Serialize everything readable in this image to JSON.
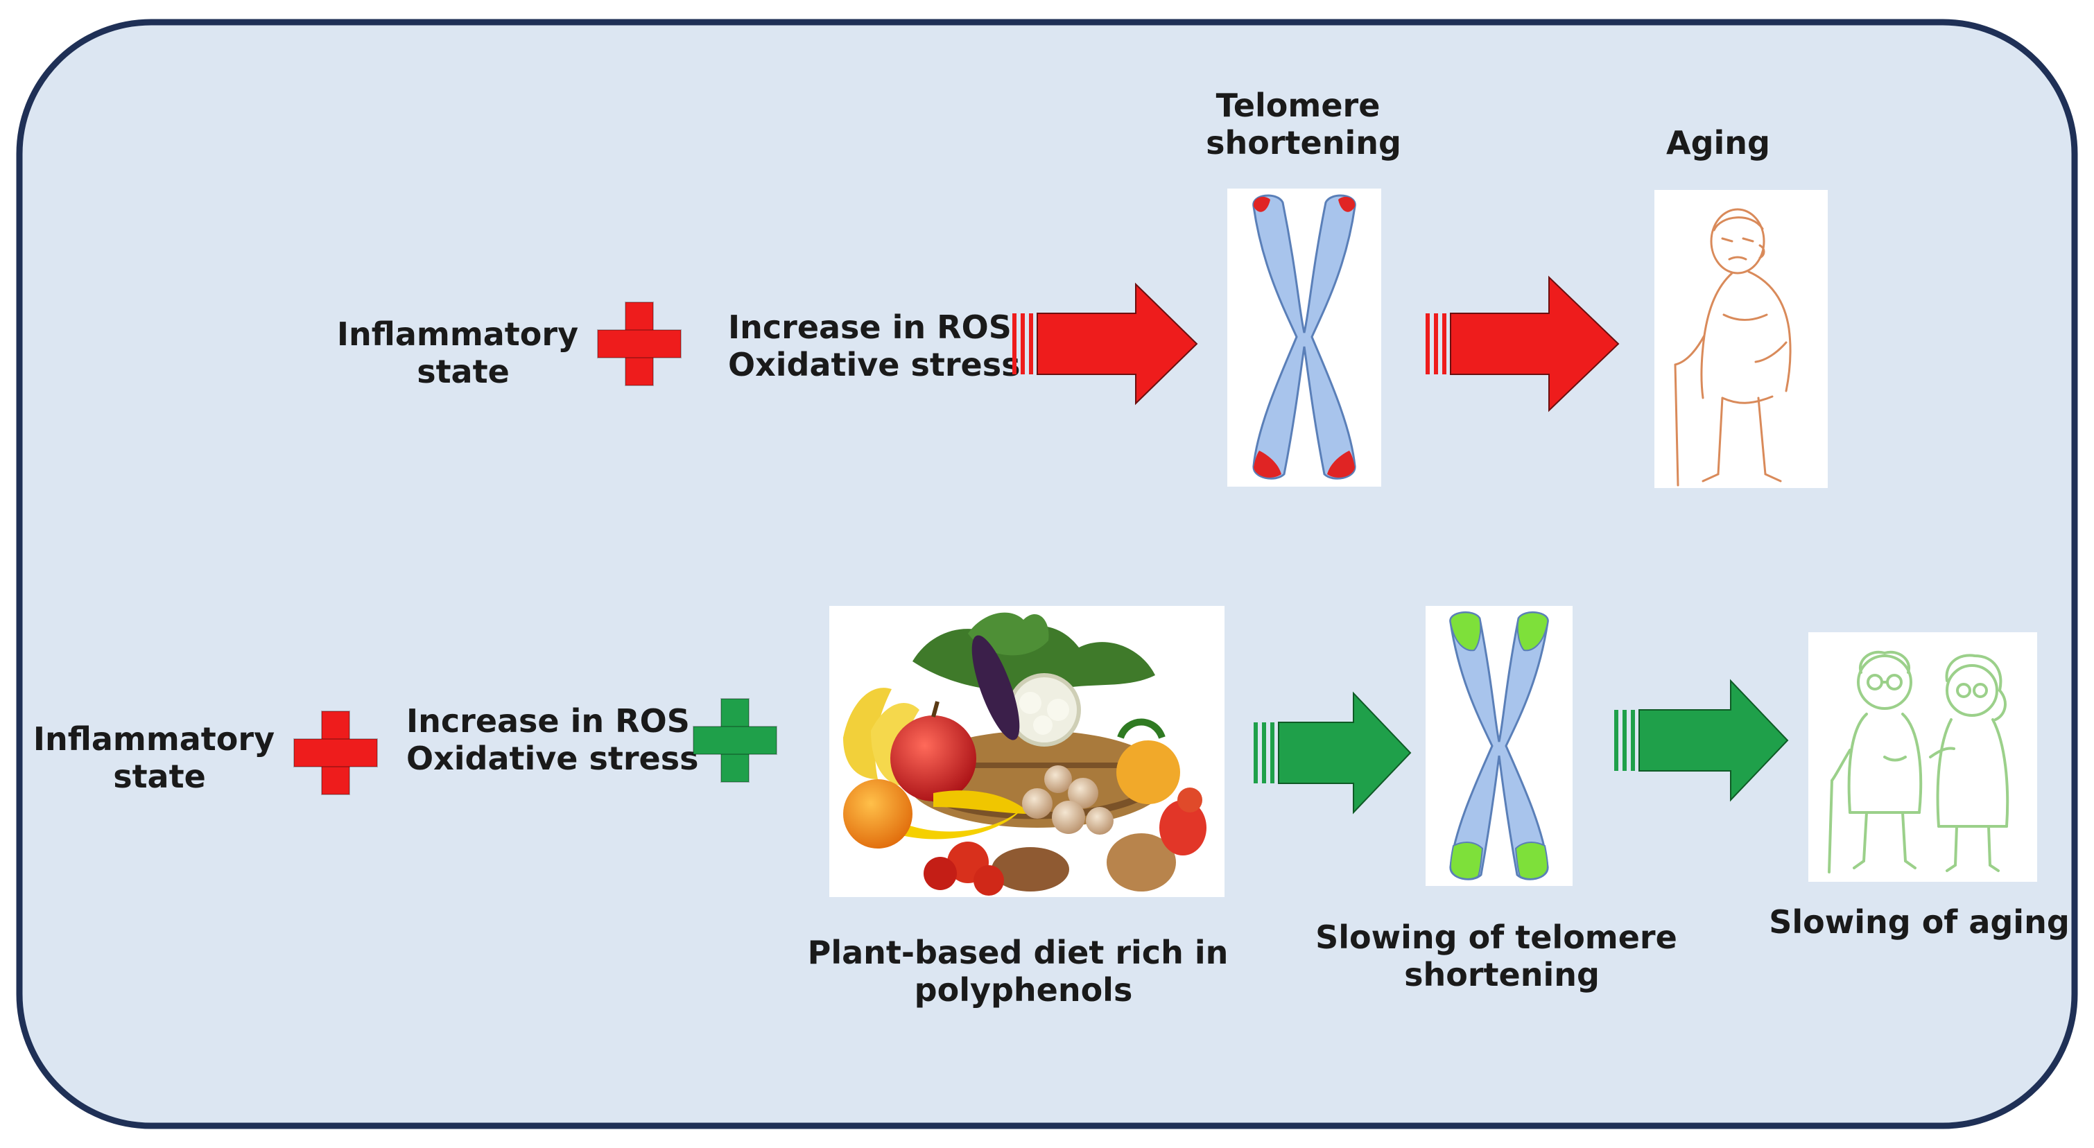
{
  "colors": {
    "panel_fill": "#dce6f2",
    "panel_border": "#1f3056",
    "negative": "#ee1c1c",
    "positive": "#1fa04a",
    "chromosome": "#a8c4ec",
    "chromosome_outline": "#5a7fb8",
    "telomere_short": "#e02424",
    "telomere_protected": "#7ee03a",
    "sketch_elder": "#d98a5a",
    "sketch_couple": "#9bd08a"
  },
  "top_row": {
    "inflammatory": [
      "Inflammatory",
      "state"
    ],
    "plus_icon": "red-plus-icon",
    "ros": [
      "Increase in ROS",
      "Oxidative stress"
    ],
    "telomere": [
      "Telomere",
      "shortening"
    ],
    "aging": "Aging"
  },
  "bottom_row": {
    "inflammatory": [
      "Inflammatory",
      "state"
    ],
    "plus_icon": "red-plus-icon",
    "ros": [
      "Increase in ROS",
      "Oxidative stress"
    ],
    "plus_icon_2": "green-plus-icon",
    "diet": [
      "Plant-based diet rich in",
      "polyphenols"
    ],
    "slow_telomere": [
      "Slowing of telomere",
      "shortening"
    ],
    "slow_aging": "Slowing of aging"
  }
}
